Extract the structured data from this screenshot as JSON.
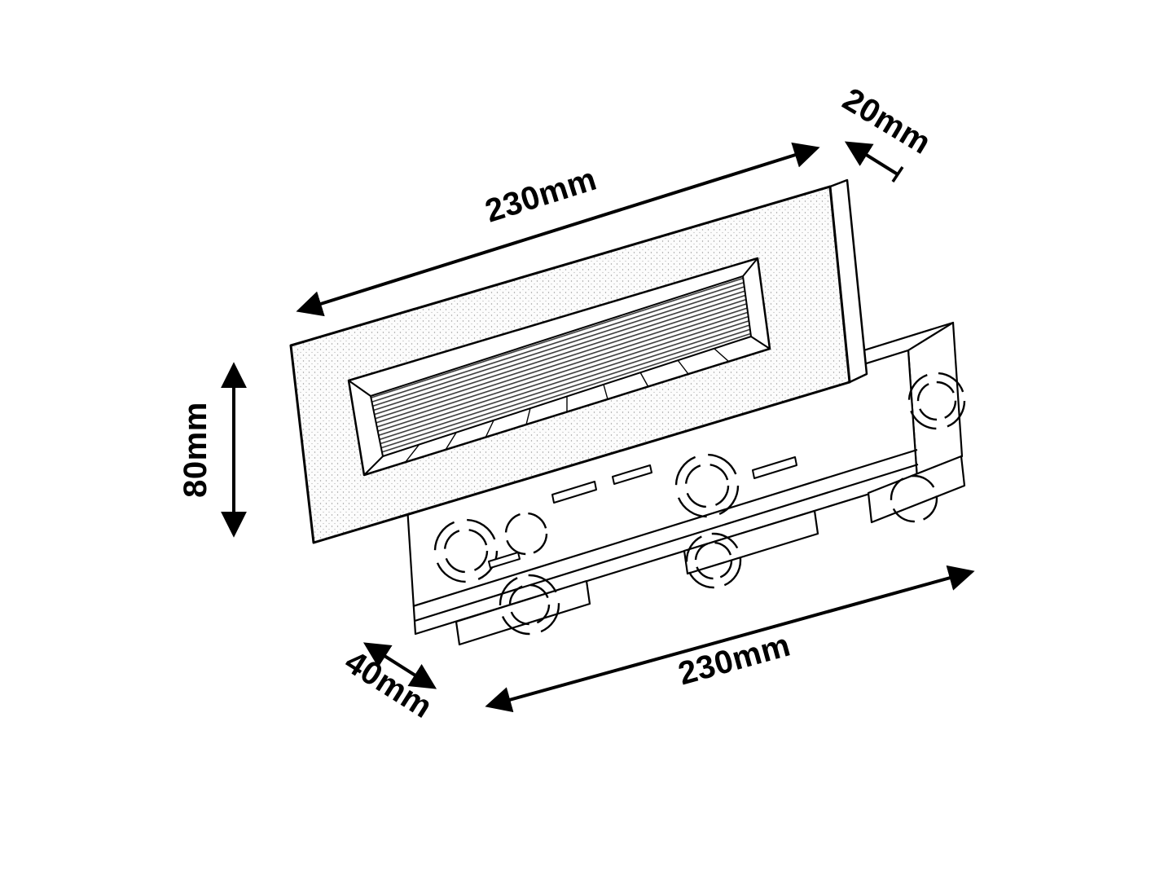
{
  "page": {
    "background": "#ffffff",
    "line_color": "#000000"
  },
  "diagram": {
    "kind": "technical-dimension-drawing",
    "dimensions": {
      "top_width": "230mm",
      "panel_thickness": "20mm",
      "panel_height": "80mm",
      "box_depth": "40mm",
      "box_width": "230mm"
    }
  }
}
